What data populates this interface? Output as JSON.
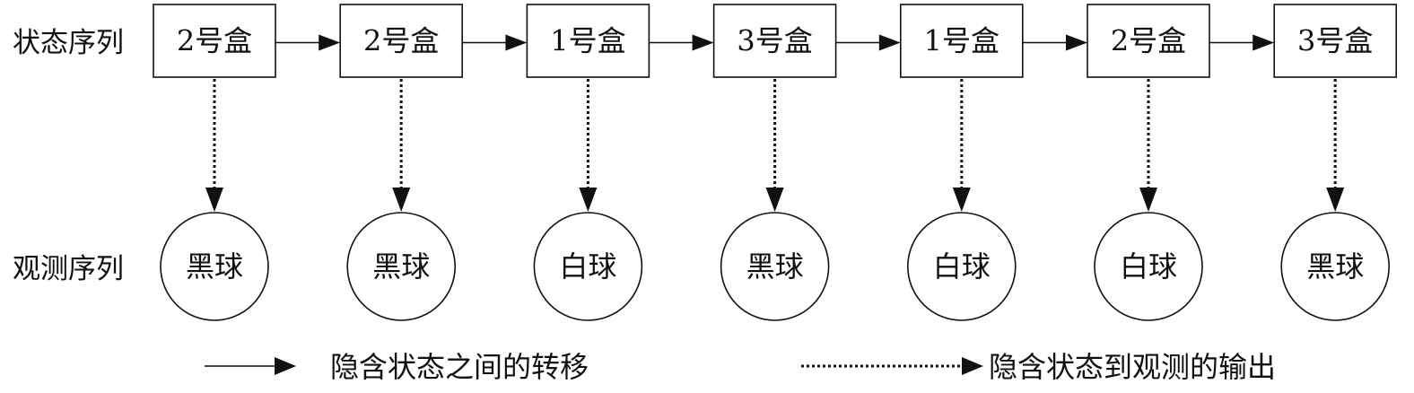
{
  "row_labels": {
    "state": "状态序列",
    "observation": "观测序列"
  },
  "states": [
    "2号盒",
    "2号盒",
    "1号盒",
    "3号盒",
    "1号盒",
    "2号盒",
    "3号盒"
  ],
  "observations": [
    "黑球",
    "黑球",
    "白球",
    "黑球",
    "白球",
    "白球",
    "黑球"
  ],
  "legend": {
    "transition": "隐含状态之间的转移",
    "emission": "隐含状态到观测的输出"
  }
}
